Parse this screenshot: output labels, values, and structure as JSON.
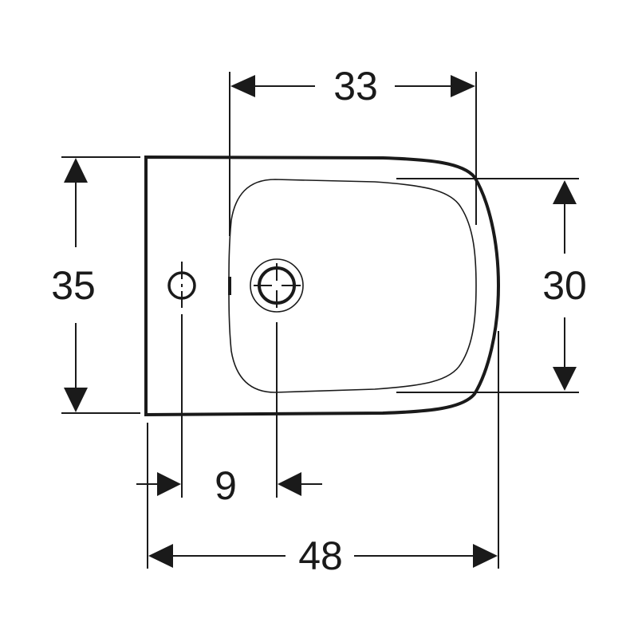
{
  "drawing": {
    "subject": "bidet top view",
    "line_color": "#1a1a1a",
    "background": "#ffffff",
    "unit_note": "",
    "dimensions": {
      "bowl_width": {
        "label": "33",
        "orientation": "horizontal",
        "position": "top"
      },
      "overall_depth": {
        "label": "35",
        "orientation": "vertical",
        "position": "left"
      },
      "bowl_depth": {
        "label": "30",
        "orientation": "vertical",
        "position": "right"
      },
      "tap_to_drain": {
        "label": "9",
        "orientation": "horizontal",
        "position": "bottom-inner"
      },
      "overall_length": {
        "label": "48",
        "orientation": "horizontal",
        "position": "bottom"
      }
    },
    "features": [
      {
        "name": "tap-hole",
        "shape": "circle"
      },
      {
        "name": "drain-outlet",
        "shape": "double-circle"
      },
      {
        "name": "bowl-rim",
        "shape": "rounded-rectangle"
      },
      {
        "name": "ceramic-body",
        "shape": "rectangle-with-curved-front"
      }
    ]
  }
}
